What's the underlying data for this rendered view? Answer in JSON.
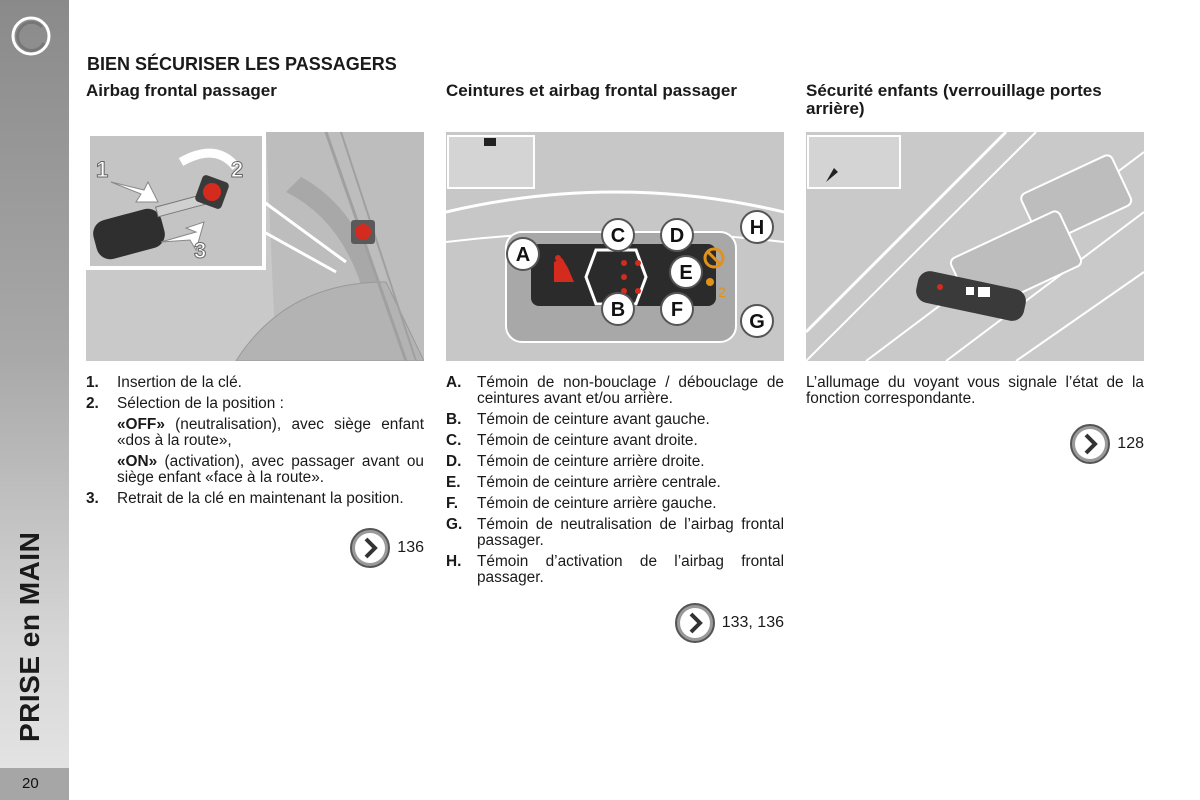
{
  "sidebar": {
    "vertical_title": "PRISE en MAIN",
    "page_number": "20"
  },
  "main_title": "BIEN SÉCURISER LES PASSAGERS",
  "colors": {
    "sidebar_gray": "#a6a6a6",
    "image_bg": "#c7c7c7",
    "dashboard_red": "#d42b1e",
    "airbag_orange": "#e0921a"
  },
  "columns": [
    {
      "heading": "Airbag frontal passager",
      "figure_labels": [
        "1",
        "2",
        "3"
      ],
      "items": [
        {
          "num": "1.",
          "text": "Insertion de la clé."
        },
        {
          "num": "2.",
          "text": "Sélection de la position :"
        }
      ],
      "subs": [
        {
          "bold": "«OFF»",
          "text": " (neutralisation), avec siège enfant «dos à la route»,"
        },
        {
          "bold": "«ON»",
          "text": " (activation), avec passager avant ou siège enfant «face à la route»."
        }
      ],
      "item3": {
        "num": "3.",
        "text": "Retrait de la clé en maintenant la position."
      },
      "ref": "136"
    },
    {
      "heading": "Ceintures et airbag frontal passager",
      "figure_labels": [
        "A",
        "B",
        "C",
        "D",
        "E",
        "F",
        "G",
        "H"
      ],
      "items": [
        {
          "num": "A.",
          "text": "Témoin de non-bouclage / débouclage de ceintures avant et/ou arrière."
        },
        {
          "num": "B.",
          "text": "Témoin de ceinture avant gauche."
        },
        {
          "num": "C.",
          "text": "Témoin de ceinture avant droite."
        },
        {
          "num": "D.",
          "text": "Témoin de ceinture arrière droite."
        },
        {
          "num": "E.",
          "text": "Témoin de ceinture arrière centrale."
        },
        {
          "num": "F.",
          "text": "Témoin de ceinture arrière gauche."
        },
        {
          "num": "G.",
          "text": "Témoin de neutralisation de l’airbag frontal passager."
        },
        {
          "num": "H.",
          "text": "Témoin d’activation de l’airbag frontal passager."
        }
      ],
      "ref": "133, 136"
    },
    {
      "heading": "Sécurité enfants (verrouillage portes arrière)",
      "paragraph": "L’allumage du voyant vous signale l’état de la fonction correspondante.",
      "ref": "128"
    }
  ]
}
